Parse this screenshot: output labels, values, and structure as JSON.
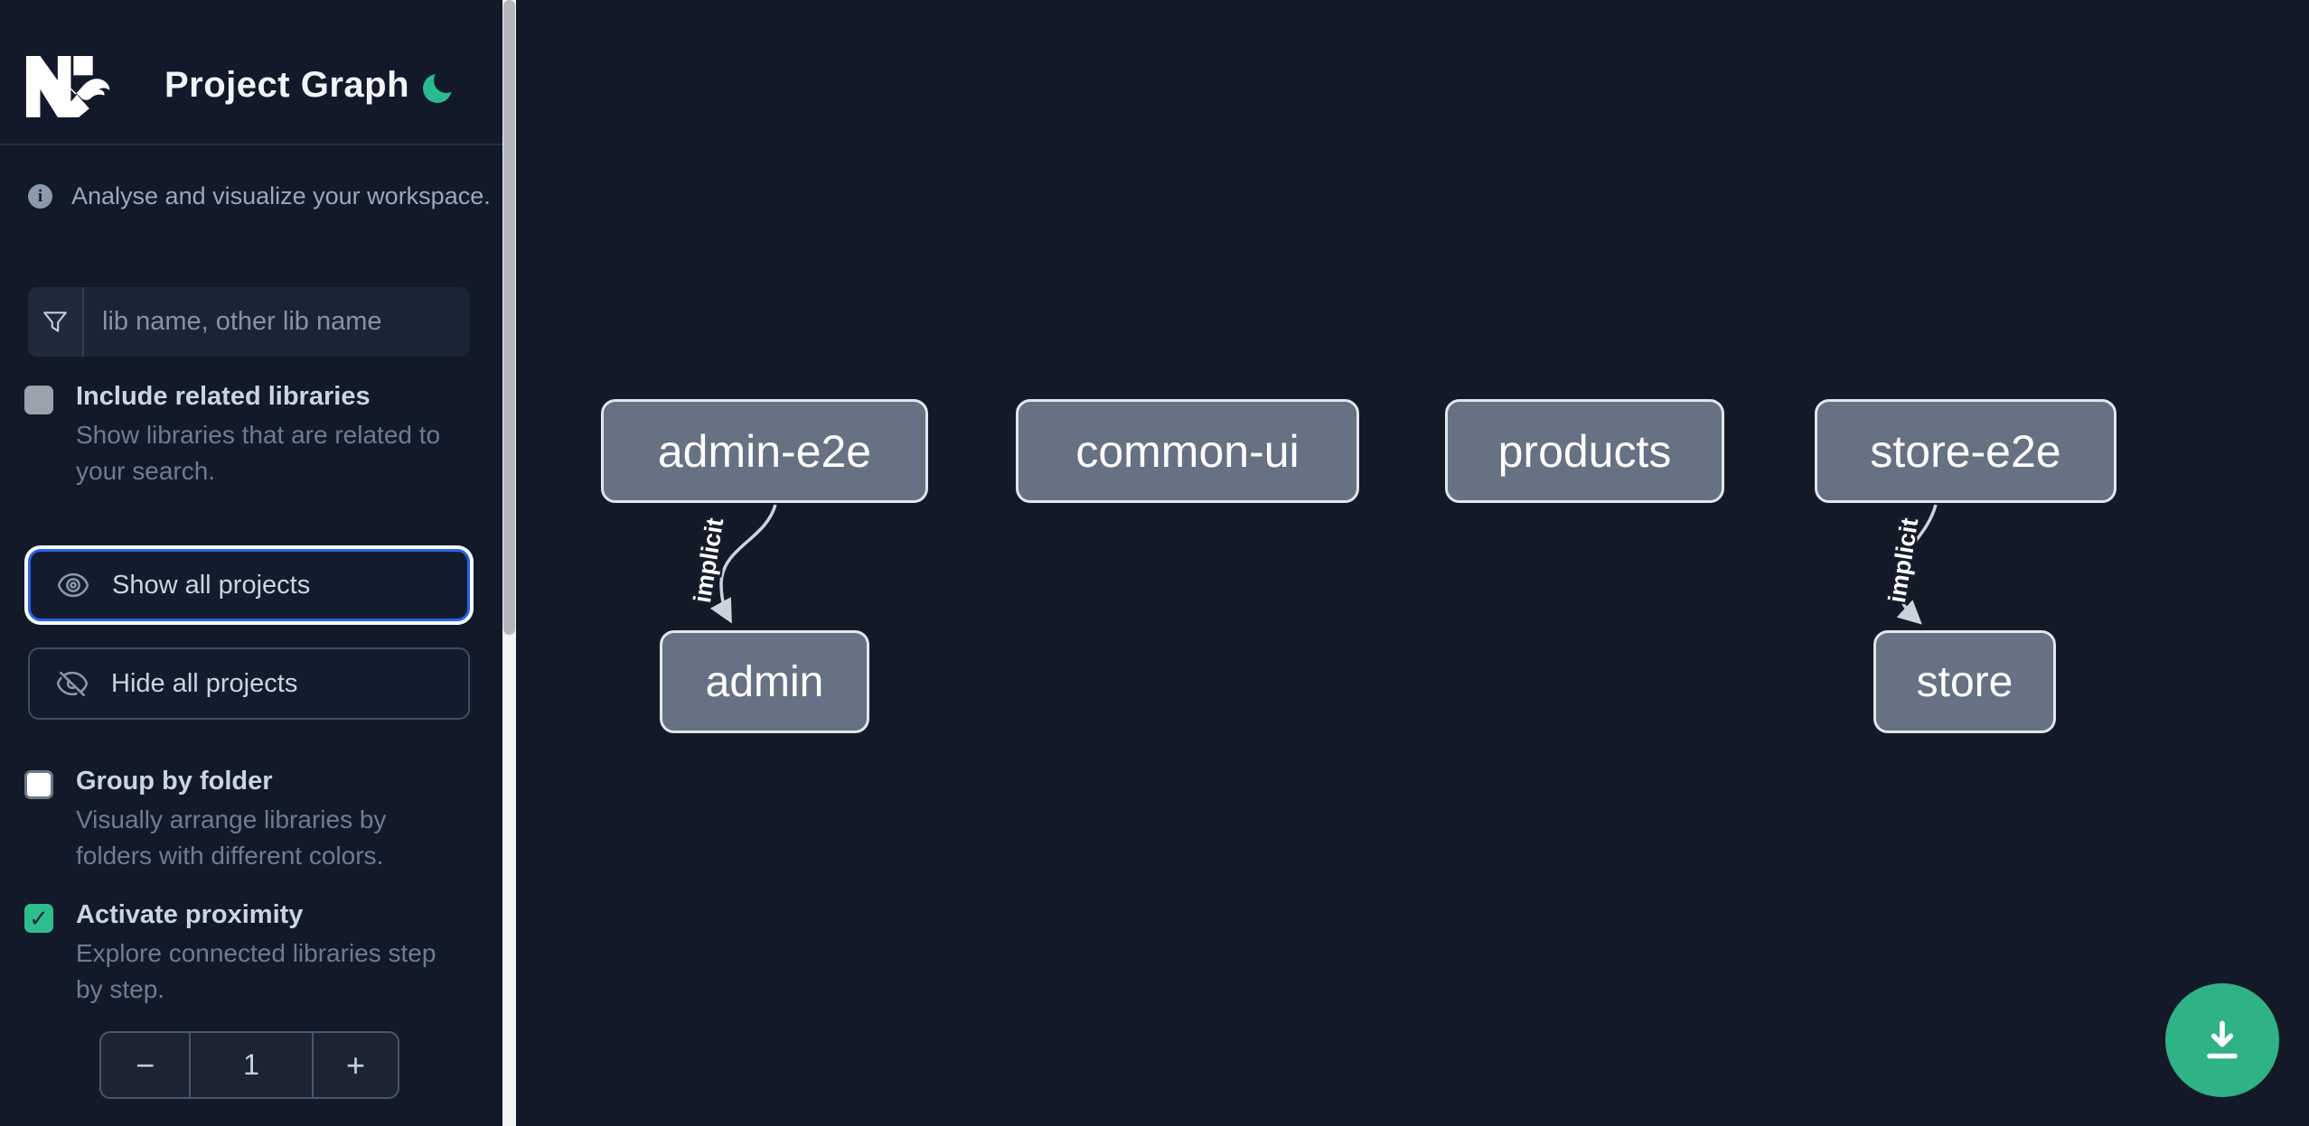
{
  "header": {
    "title": "Project Graph"
  },
  "sidebar": {
    "tagline": "Analyse and visualize your workspace.",
    "search": {
      "placeholder": "lib name, other lib name"
    },
    "toggles": [
      {
        "label": "Include related libraries",
        "description": "Show libraries that are related to your search.",
        "checked": false
      },
      {
        "label": "Group by folder",
        "description": "Visually arrange libraries by folders with different colors.",
        "checked": false
      },
      {
        "label": "Activate proximity",
        "description": "Explore connected libraries step by step.",
        "checked": true
      }
    ],
    "actions": [
      {
        "label": "Show all projects",
        "focused": true
      },
      {
        "label": "Hide all projects",
        "focused": false
      }
    ],
    "stepper": {
      "decrement": "−",
      "value": "1",
      "increment": "+",
      "checkmark": "✓"
    }
  },
  "graph": {
    "nodes": [
      {
        "id": "admin-e2e",
        "label": "admin-e2e"
      },
      {
        "id": "common-ui",
        "label": "common-ui"
      },
      {
        "id": "products",
        "label": "products"
      },
      {
        "id": "store-e2e",
        "label": "store-e2e"
      },
      {
        "id": "admin",
        "label": "admin"
      },
      {
        "id": "store",
        "label": "store"
      }
    ],
    "edges": [
      {
        "from": "admin-e2e",
        "to": "admin",
        "label": "implicit",
        "type": "implicit"
      },
      {
        "from": "store-e2e",
        "to": "store",
        "label": "implicit",
        "type": "implicit"
      }
    ]
  },
  "fab": {
    "action": "download-graph-image"
  },
  "colors": {
    "accent_green": "#2ebe8e",
    "fab_green": "#30b287",
    "focus_blue": "#2563eb",
    "node_fill": "#667183",
    "node_border": "#e1e6ec",
    "edge": "#cdd3dc",
    "sidebar_bg": "#121a29",
    "canvas_bg": "#131927"
  }
}
